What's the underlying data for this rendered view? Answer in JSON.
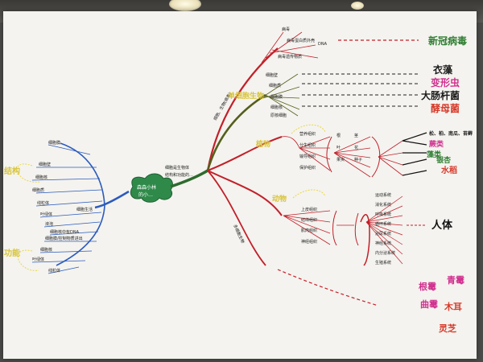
{
  "center": {
    "line1": "森森小林",
    "line2": "的小…"
  },
  "trunk_label": {
    "line1": "细胞是生物体",
    "line2": "结构和功能的…"
  },
  "right_branches": {
    "top": "细胞、生物(病毒)",
    "mid": "单细胞生物",
    "bottom": "多细胞生物"
  },
  "virus": {
    "label": "病毒",
    "items": [
      "DNA",
      "病毒蛋白质外壳",
      "病毒遗传物质"
    ]
  },
  "organisms": [
    {
      "text": "新冠病毒",
      "color": "#2f7d32"
    },
    {
      "text": "衣藻",
      "color": "#1a1a1a"
    },
    {
      "text": "变形虫",
      "color": "#d0308e"
    },
    {
      "text": "大肠杆菌",
      "color": "#1a1a1a"
    },
    {
      "text": "酵母菌",
      "color": "#d63a2a"
    }
  ],
  "single_cell_items": [
    "细胞壁",
    "细胞质",
    "细胞膜",
    "细胞核",
    "原核细胞"
  ],
  "plant": {
    "label": "植物",
    "items": [
      "营养组织",
      "分生组织",
      "输导组织",
      "保护组织"
    ]
  },
  "plant_organs": [
    "根",
    "茎",
    "叶",
    "花",
    "果实",
    "种子"
  ],
  "plant_examples": [
    {
      "text": "松、柏、南瓜、苔藓",
      "color": "#1a1a1a"
    },
    {
      "text": "蕨类",
      "color": "#d0308e"
    },
    {
      "text": "藻类",
      "color": "#2f7d32"
    },
    {
      "text": "银杏",
      "color": "#2f7d32"
    },
    {
      "text": "水稻",
      "color": "#d63a2a"
    }
  ],
  "animal": {
    "label": "动物",
    "items": [
      "上皮组织",
      "结缔组织",
      "肌肉组织",
      "神经组织"
    ]
  },
  "systems": [
    "运动系统",
    "消化系统",
    "呼吸系统",
    "循环系统",
    "泌尿系统",
    "神经系统",
    "内分泌系统",
    "生殖系统"
  ],
  "human": {
    "label": "人体"
  },
  "fungi": [
    {
      "text": "青霉",
      "color": "#d0308e"
    },
    {
      "text": "根霉",
      "color": "#d0308e"
    },
    {
      "text": "曲霉",
      "color": "#d0308e"
    },
    {
      "text": "木耳",
      "color": "#d63a2a"
    },
    {
      "text": "灵芝",
      "color": "#d63a2a"
    }
  ],
  "left": {
    "group1": "结构",
    "group1_items": [
      "细胞膜",
      "细胞壁",
      "细胞核",
      "细胞质",
      "线粒体",
      "叶绿体",
      "液泡",
      "细胞核中有DNA"
    ],
    "group2": "功能",
    "group2_items": [
      "细胞膜/控制物质进出",
      "细胞核",
      "叶绿体",
      "线粒体",
      "细胞生活"
    ]
  },
  "branch_colors": {
    "left": "#2b5bbd",
    "trunk": "#2e6b2e",
    "right": "#c2202a",
    "olive": "#555f1c",
    "highlight": "#e8d84a",
    "center": "#2f8a4a"
  }
}
